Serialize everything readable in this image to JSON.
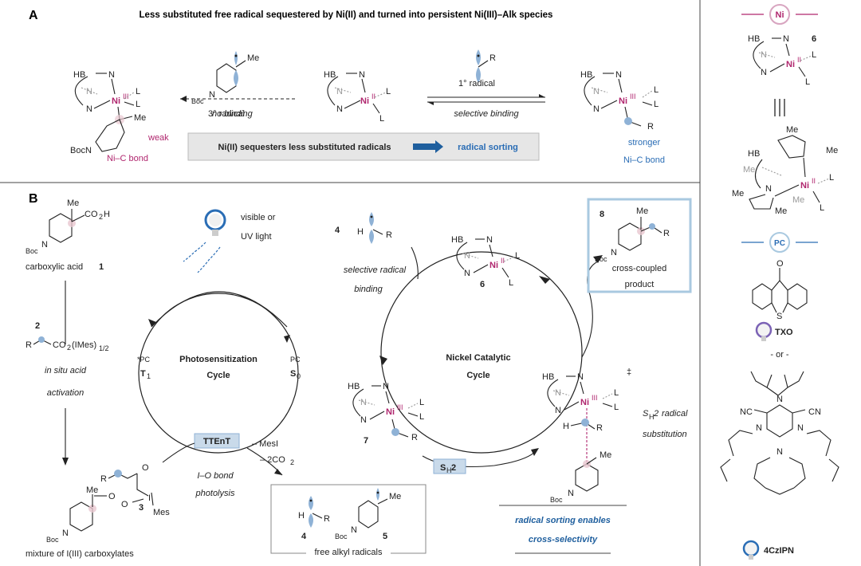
{
  "panel_a": {
    "letter": "A",
    "title": "Less substituted free radical sequestered by Ni(II) and turned into persistent Ni(III)–Alk species",
    "left_label_weak": "weak",
    "left_label_bond": "Ni–C bond",
    "tertiary_radical": "3° radical",
    "no_binding": "no binding",
    "primary_radical": "1° radical",
    "selective_binding": "selective binding",
    "right_label_stronger": "stronger",
    "right_label_bond": "Ni–C bond",
    "banner_text": "Ni(II) sequesters less substituted radicals",
    "banner_result": "radical sorting"
  },
  "panel_b": {
    "letter": "B",
    "acid_label": "carboxylic acid",
    "acid_num": "1",
    "reagent_num": "2",
    "in_situ_1": "in situ acid",
    "in_situ_2": "activation",
    "mixture_label": "mixture of I(III) carboxylates",
    "mixture_num": "3",
    "light_1": "visible or",
    "light_2": "UV light",
    "ps_cycle_1": "Photosensitization",
    "ps_cycle_2": "Cycle",
    "pc_star": "*PC",
    "t1": "T",
    "t1_sub": "1",
    "pc": "PC",
    "s0": "S",
    "s0_sub": "0",
    "ttent": "TTEnT",
    "mesi": "– MesI",
    "co2": "– 2CO",
    "io_1": "I–O bond",
    "io_2": "photolysis",
    "free_radicals": "free alkyl radicals",
    "rad4": "4",
    "rad5": "5",
    "sel_rad_1": "selective radical",
    "sel_rad_2": "binding",
    "ni_cycle_1": "Nickel Catalytic",
    "ni_cycle_2": "Cycle",
    "num4": "4",
    "num6": "6",
    "num7": "7",
    "num8": "8",
    "product_1": "cross-coupled",
    "product_2": "product",
    "sh2_box": "S",
    "sh2_sub": "H",
    "sh2_tail": "2",
    "sh2_label_1": "radical",
    "sh2_label_2": "substitution",
    "dagger": "‡",
    "footer_1": "radical sorting enables",
    "footer_2": "cross-selectivity"
  },
  "side": {
    "ni_badge": "Ni",
    "num6": "6",
    "pc_badge": "PC",
    "txo": "TXO",
    "or": "- or -",
    "czipn": "4CzIPN"
  },
  "colors": {
    "magenta": "#b0266e",
    "blue": "#2a6db5",
    "light_blue_box": "#a9c9e0",
    "banner_bg": "#e6e6e6",
    "radical_lobe": "#8fb2d6"
  }
}
